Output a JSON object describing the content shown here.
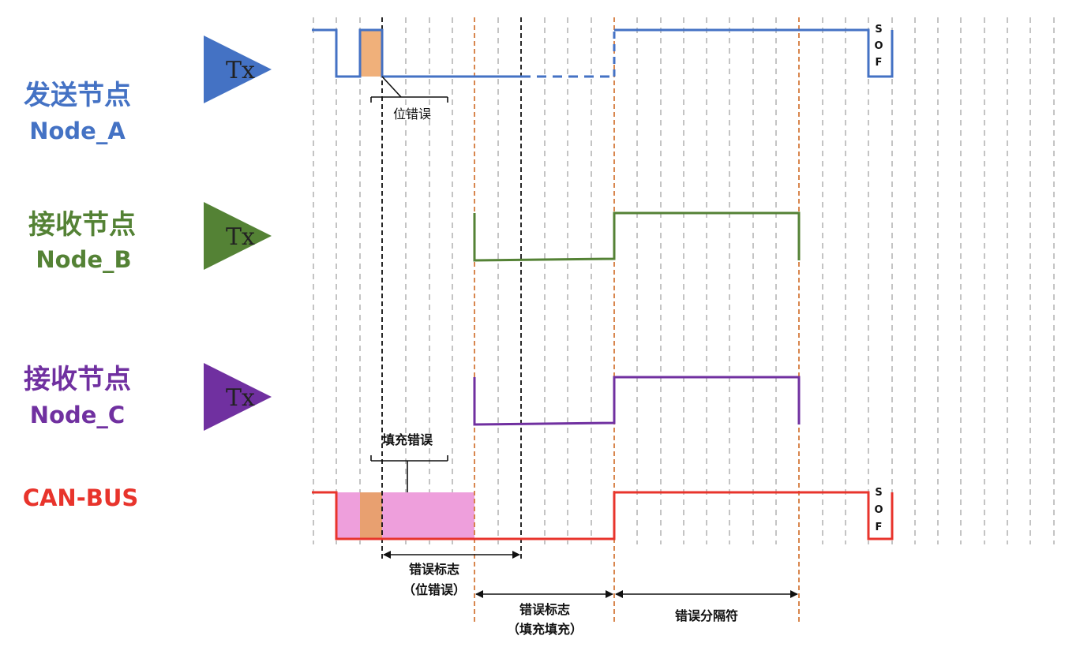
{
  "nodes": [
    {
      "title": "发送节点",
      "name": "Node_A",
      "tx": "Tx",
      "color": "#4472C4"
    },
    {
      "title": "接收节点",
      "name": "Node_B",
      "tx": "Tx",
      "color": "#548235"
    },
    {
      "title": "接收节点",
      "name": "Node_C",
      "tx": "Tx",
      "color": "#7030A0"
    }
  ],
  "bus": {
    "name": "CAN-BUS",
    "color": "#E8342C"
  },
  "annotations": {
    "bit_error": "位错误",
    "stuff_error": "填充错误",
    "flag_bit_line1": "错误标志",
    "flag_bit_line2": "（位错误）",
    "flag_stuff_line1": "错误标志",
    "flag_stuff_line2": "（填充填充）",
    "delimiter": "错误分隔符"
  },
  "sof_letters": [
    "S",
    "O",
    "F"
  ],
  "colors": {
    "error_bit_fill": "#F0B07A",
    "stuff_fill": "#EE9FDC",
    "stuff_error_bit": "#E8A070",
    "grid": "#AAAAAA",
    "orange_marker": "#D4793A"
  }
}
